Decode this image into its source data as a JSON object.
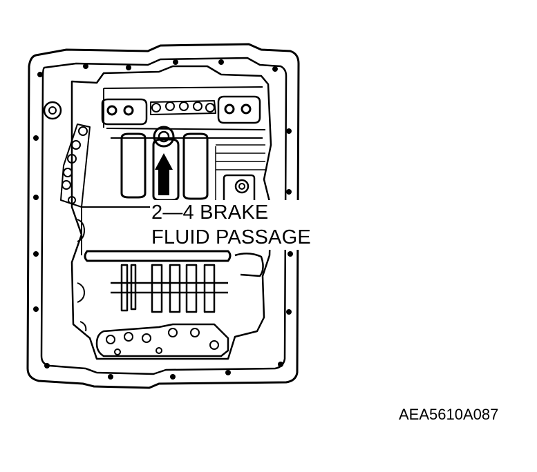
{
  "callout": {
    "line1": "2—4 BRAKE",
    "line2": "FLUID PASSAGE"
  },
  "reference_code": "AEA5610A087",
  "icons": {
    "arrow": "arrow-up-icon"
  },
  "colors": {
    "ink": "#000000",
    "paper": "#ffffff"
  }
}
